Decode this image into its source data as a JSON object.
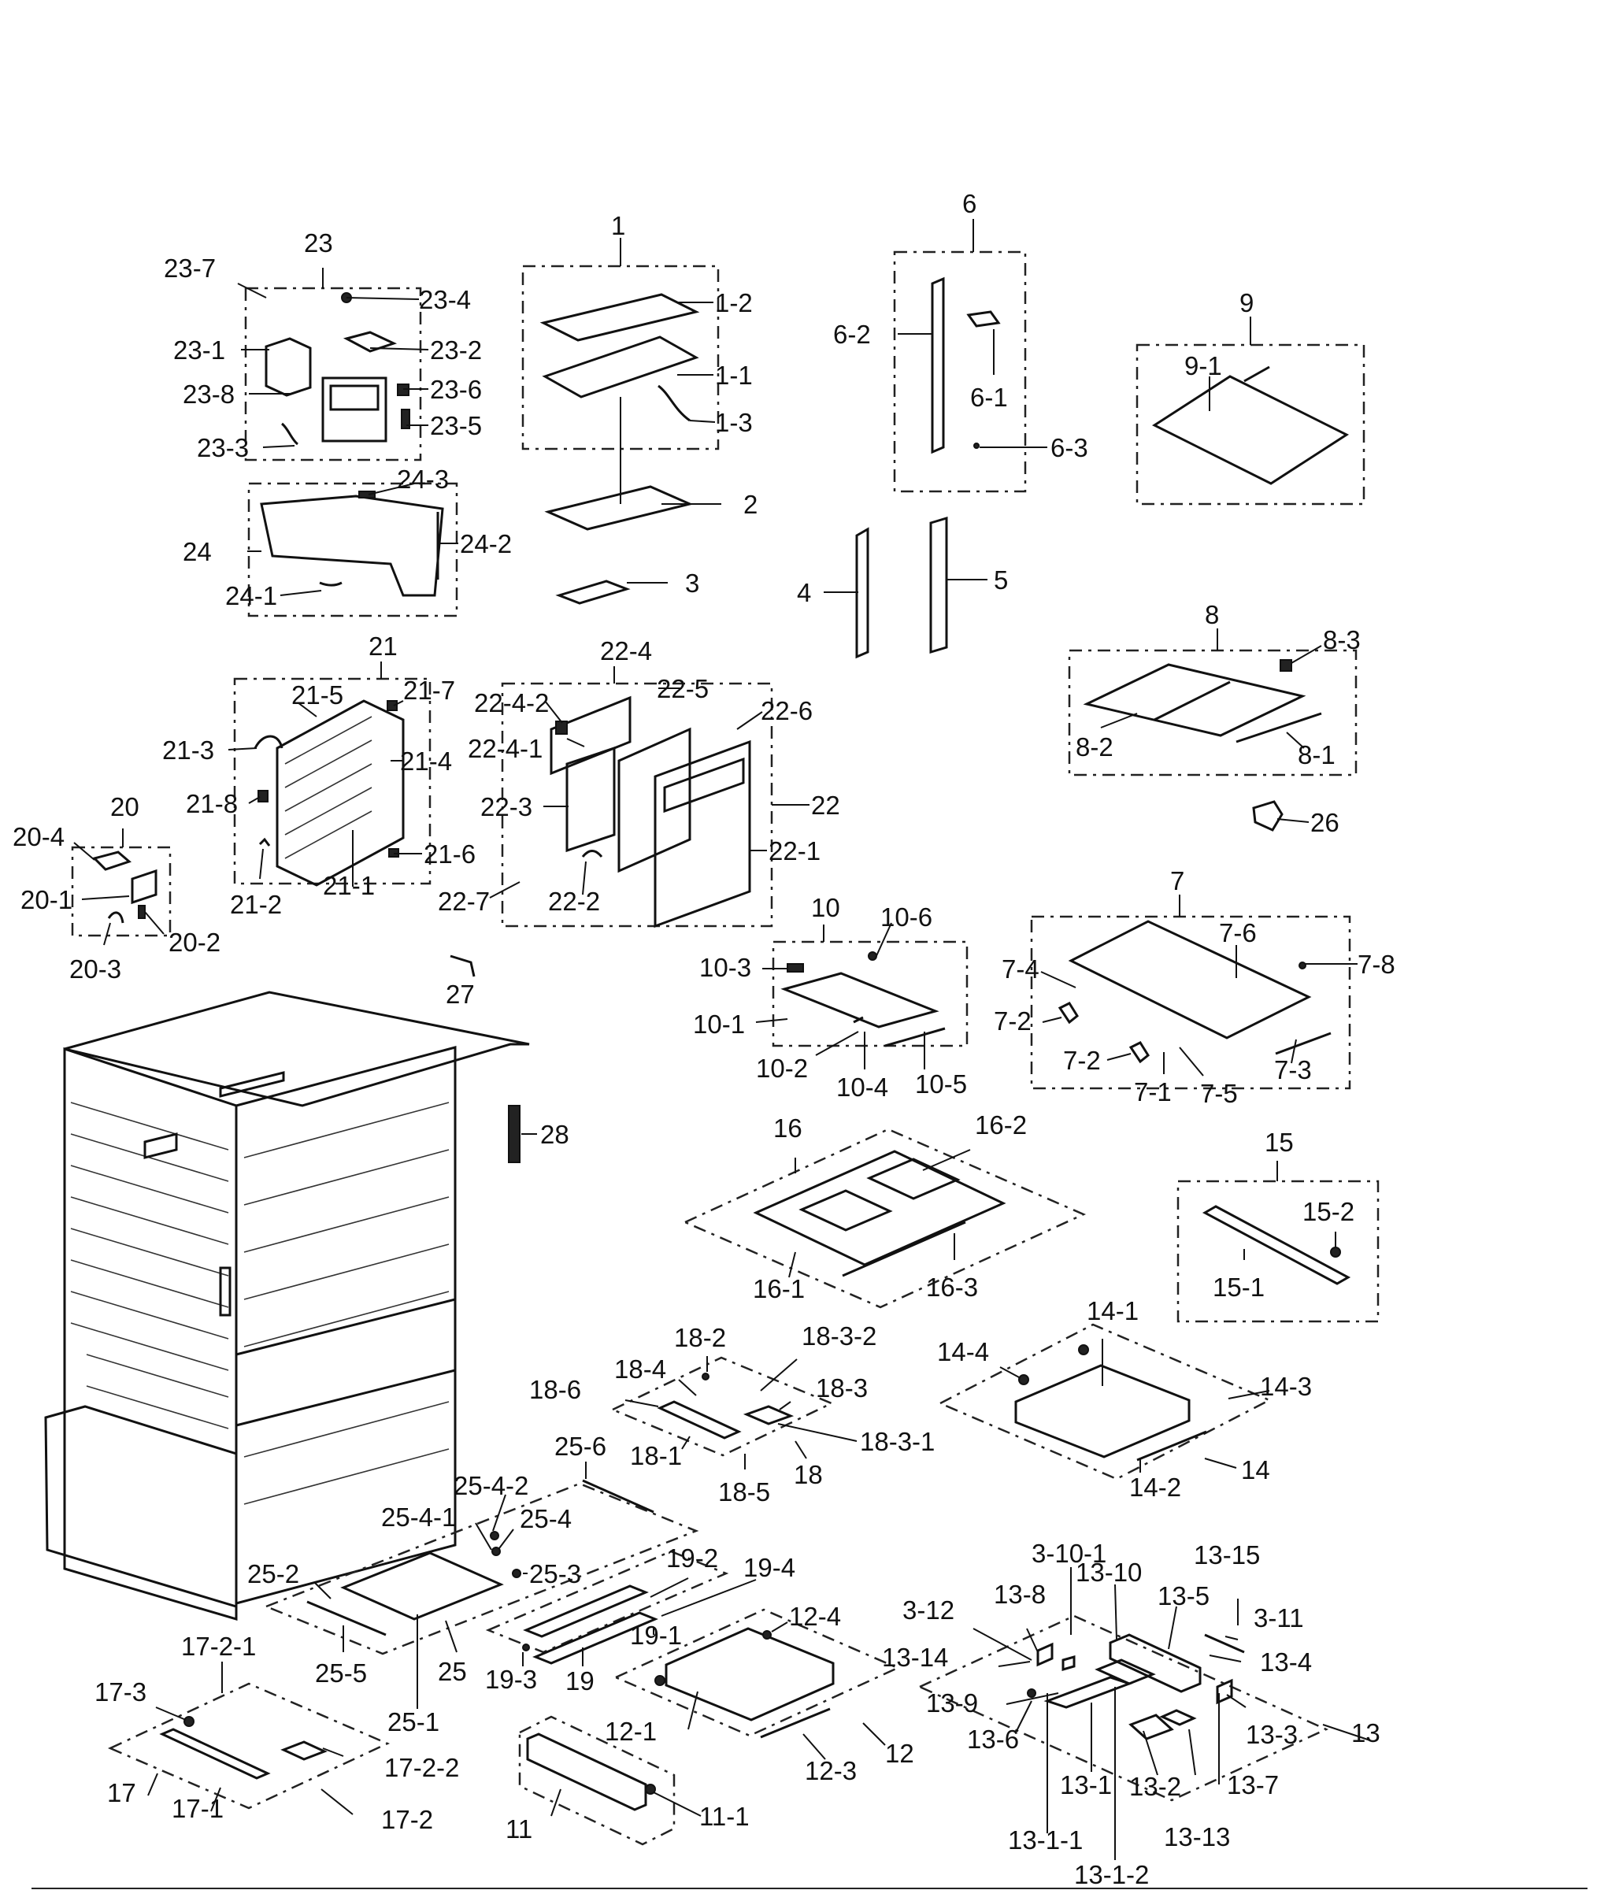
{
  "labels": {
    "p1": "1",
    "p1_1": "1-1",
    "p1_2": "1-2",
    "p1_3": "1-3",
    "p2": "2",
    "p3": "3",
    "p4": "4",
    "p5": "5",
    "p6": "6",
    "p6_1": "6-1",
    "p6_2": "6-2",
    "p6_3": "6-3",
    "p7": "7",
    "p7_1": "7-1",
    "p7_2a": "7-2",
    "p7_2b": "7-2",
    "p7_3": "7-3",
    "p7_4": "7-4",
    "p7_5": "7-5",
    "p7_6": "7-6",
    "p7_8": "7-8",
    "p8": "8",
    "p8_1": "8-1",
    "p8_2": "8-2",
    "p8_3": "8-3",
    "p9": "9",
    "p9_1": "9-1",
    "p10": "10",
    "p10_1": "10-1",
    "p10_2": "10-2",
    "p10_3": "10-3",
    "p10_4": "10-4",
    "p10_5": "10-5",
    "p10_6": "10-6",
    "p11": "11",
    "p11_1": "11-1",
    "p12": "12",
    "p12_1": "12-1",
    "p12_3": "12-3",
    "p12_4": "12-4",
    "p13": "13",
    "p13_1": "13-1",
    "p13_1_1": "13-1-1",
    "p13_1_2": "13-1-2",
    "p13_2": "13-2",
    "p13_3": "13-3",
    "p13_4": "13-4",
    "p13_5": "13-5",
    "p13_6": "13-6",
    "p13_7": "13-7",
    "p13_8": "13-8",
    "p13_9": "13-9",
    "p13_10": "13-10",
    "p13_13": "13-13",
    "p13_14": "13-14",
    "p13_15": "13-15",
    "p3_10_1": "3-10-1",
    "p3_11": "3-11",
    "p3_12": "3-12",
    "p14": "14",
    "p14_1": "14-1",
    "p14_2": "14-2",
    "p14_3": "14-3",
    "p14_4": "14-4",
    "p15": "15",
    "p15_1": "15-1",
    "p15_2": "15-2",
    "p16": "16",
    "p16_1": "16-1",
    "p16_2": "16-2",
    "p16_3": "16-3",
    "p17": "17",
    "p17_1": "17-1",
    "p17_2": "17-2",
    "p17_2_1": "17-2-1",
    "p17_2_2": "17-2-2",
    "p17_3": "17-3",
    "p18": "18",
    "p18_1": "18-1",
    "p18_2": "18-2",
    "p18_3": "18-3",
    "p18_3_1": "18-3-1",
    "p18_3_2": "18-3-2",
    "p18_4": "18-4",
    "p18_5": "18-5",
    "p18_6": "18-6",
    "p19": "19",
    "p19_1": "19-1",
    "p19_2": "19-2",
    "p19_3": "19-3",
    "p19_4": "19-4",
    "p20": "20",
    "p20_1": "20-1",
    "p20_2": "20-2",
    "p20_3": "20-3",
    "p20_4": "20-4",
    "p21": "21",
    "p21_1": "21-1",
    "p21_2": "21-2",
    "p21_3": "21-3",
    "p21_4": "21-4",
    "p21_5": "21-5",
    "p21_6": "21-6",
    "p21_7": "21-7",
    "p21_8": "21-8",
    "p22": "22",
    "p22_1": "22-1",
    "p22_2": "22-2",
    "p22_3": "22-3",
    "p22_4": "22-4",
    "p22_4_1": "22-4-1",
    "p22_4_2": "22-4-2",
    "p22_5": "22-5",
    "p22_6": "22-6",
    "p22_7": "22-7",
    "p23": "23",
    "p23_1": "23-1",
    "p23_2": "23-2",
    "p23_3": "23-3",
    "p23_4": "23-4",
    "p23_5": "23-5",
    "p23_6": "23-6",
    "p23_7": "23-7",
    "p23_8": "23-8",
    "p24": "24",
    "p24_1": "24-1",
    "p24_2": "24-2",
    "p24_3": "24-3",
    "p25": "25",
    "p25_1": "25-1",
    "p25_2": "25-2",
    "p25_3": "25-3",
    "p25_4": "25-4",
    "p25_4_1": "25-4-1",
    "p25_4_2": "25-4-2",
    "p25_5": "25-5",
    "p25_6": "25-6",
    "p26": "26",
    "p27": "27",
    "p28": "28"
  }
}
